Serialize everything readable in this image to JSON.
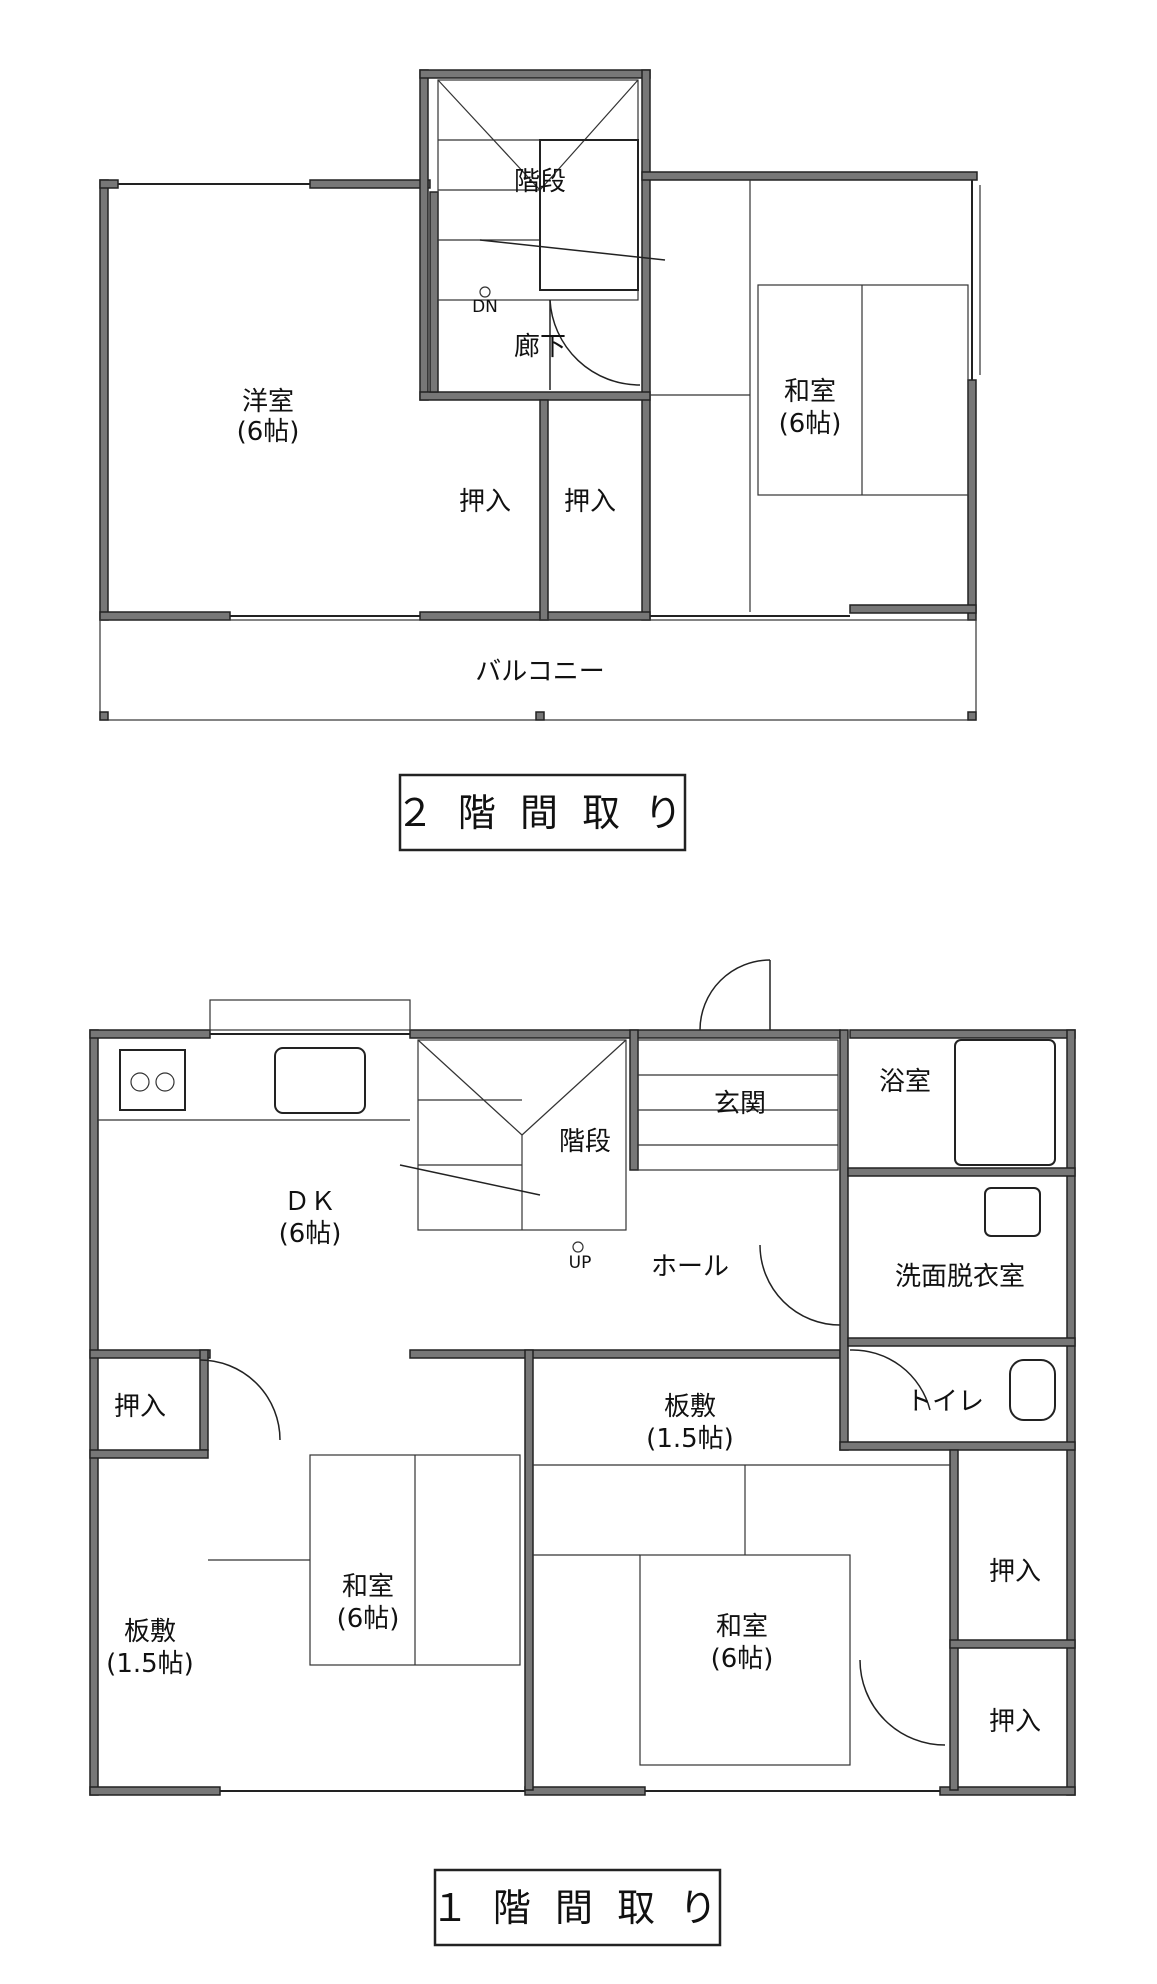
{
  "floor2": {
    "title": "２ 階 間 取 り",
    "rooms": {
      "western_name": "洋室",
      "western_size": "(6帖)",
      "stairs": "階段",
      "dn": "DN",
      "hallway": "廊下",
      "closet_left": "押入",
      "closet_right": "押入",
      "japanese_name": "和室",
      "japanese_size": "(6帖)",
      "balcony": "バルコニー"
    }
  },
  "floor1": {
    "title": "１ 階 間 取 り",
    "rooms": {
      "dk_name": "ＤＫ",
      "dk_size": "(6帖)",
      "stairs": "階段",
      "up": "UP",
      "entrance": "玄関",
      "hall": "ホール",
      "bath": "浴室",
      "washroom": "洗面脱衣室",
      "toilet": "トイレ",
      "closet_nw": "押入",
      "board_center_name": "板敷",
      "board_center_size": "(1.5帖)",
      "board_left_name": "板敷",
      "board_left_size": "(1.5帖)",
      "japanese_mid_name": "和室",
      "japanese_mid_size": "(6帖)",
      "japanese_right_name": "和室",
      "japanese_right_size": "(6帖)",
      "closet_e_upper": "押入",
      "closet_e_lower": "押入"
    }
  }
}
